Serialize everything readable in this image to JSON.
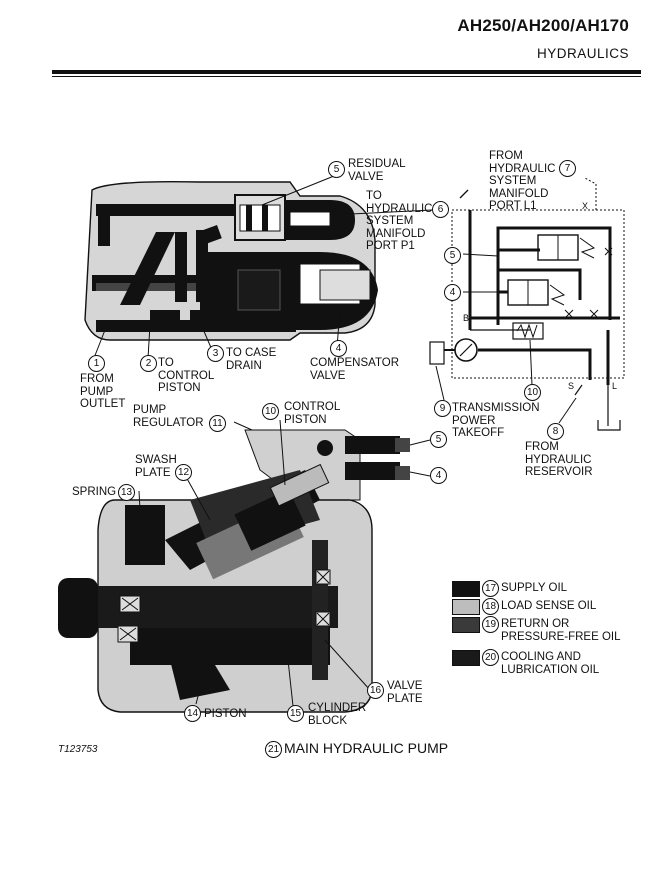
{
  "header": {
    "title": "AH250/AH200/AH170",
    "section": "HYDRAULICS"
  },
  "figure_id": "T123753",
  "caption": {
    "number": "21",
    "text": "MAIN HYDRAULIC PUMP"
  },
  "callouts": {
    "c1": {
      "num": "1",
      "text": "FROM\nPUMP\nOUTLET"
    },
    "c2": {
      "num": "2",
      "text": "TO\nCONTROL\nPISTON"
    },
    "c3": {
      "num": "3",
      "text": "TO CASE\nDRAIN"
    },
    "c4": {
      "num": "4",
      "text": "COMPENSATOR\nVALVE"
    },
    "c5": {
      "num": "5",
      "text": "RESIDUAL\nVALVE"
    },
    "c6": {
      "num": "6",
      "text": "TO\nHYDRAULIC\nSYSTEM\nMANIFOLD\nPORT P1"
    },
    "c7": {
      "num": "7",
      "text": "FROM\nHYDRAULIC\nSYSTEM\nMANIFOLD\nPORT L1"
    },
    "c8": {
      "num": "8",
      "text": "FROM\nHYDRAULIC\nRESERVOIR"
    },
    "c9": {
      "num": "9",
      "text": "TRANSMISSION\nPOWER\nTAKEOFF"
    },
    "c10": {
      "num": "10",
      "text": "CONTROL\nPISTON"
    },
    "c11": {
      "num": "11",
      "text": "PUMP\nREGULATOR"
    },
    "c12": {
      "num": "12",
      "text": "SWASH\nPLATE"
    },
    "c13": {
      "num": "13",
      "text": "SPRING"
    },
    "c14": {
      "num": "14",
      "text": "PISTON"
    },
    "c15": {
      "num": "15",
      "text": "CYLINDER\nBLOCK"
    },
    "c16": {
      "num": "16",
      "text": "VALVE\nPLATE"
    }
  },
  "schematic": {
    "port_x": "X",
    "port_b": "B",
    "port_s": "S",
    "port_l": "L",
    "small_4": "4",
    "small_5": "5",
    "small_10": "10"
  },
  "legend": [
    {
      "num": "17",
      "text": "SUPPLY OIL",
      "color": "#111111"
    },
    {
      "num": "18",
      "text": "LOAD SENSE OIL",
      "color": "#bdbdbd"
    },
    {
      "num": "19",
      "text": "RETURN OR\nPRESSURE-FREE OIL",
      "color": "#3a3a3a"
    },
    {
      "num": "20",
      "text": "COOLING AND\nLUBRICATION OIL",
      "color": "#1a1a1a"
    }
  ]
}
